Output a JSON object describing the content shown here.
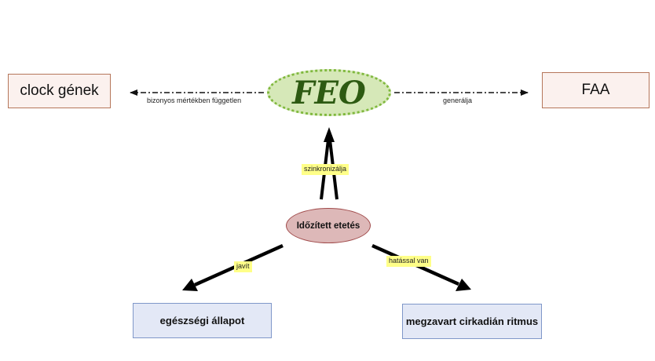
{
  "nodes": {
    "clock": "clock gének",
    "feo": "FEO",
    "faa": "FAA",
    "timed_feeding": "Időzített etetés",
    "health": "egészségi állapot",
    "circadian": "megzavart cirkadián ritmus"
  },
  "edges": {
    "feo_to_clock": "bizonyos mértékben független",
    "feo_to_faa": "generálja",
    "timed_to_feo": "szinkronizálja",
    "timed_to_health": "javít",
    "timed_to_circadian": "hatással van"
  },
  "colors": {
    "feo_fill": "#d6e8b8",
    "feo_border": "#7fb83d",
    "timed_fill": "#ddb8b8",
    "label_highlight": "#ffff88"
  }
}
